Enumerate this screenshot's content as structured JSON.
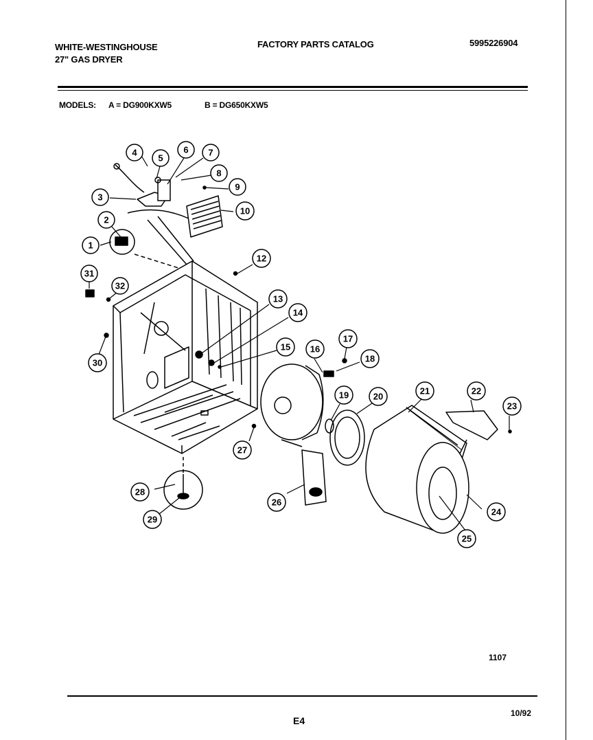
{
  "header": {
    "brand": "WHITE-WESTINGHOUSE",
    "product": "27\" GAS DRYER",
    "catalog_title": "FACTORY PARTS CATALOG",
    "catalog_number": "5995226904",
    "models_label": "MODELS:",
    "model_a": "A = DG900KXW5",
    "model_b": "B = DG650KXW5"
  },
  "diagram": {
    "callouts": [
      "1",
      "2",
      "3",
      "4",
      "5",
      "6",
      "7",
      "8",
      "9",
      "10",
      "12",
      "13",
      "14",
      "15",
      "16",
      "17",
      "18",
      "19",
      "20",
      "21",
      "22",
      "23",
      "24",
      "25",
      "26",
      "27",
      "28",
      "29",
      "30",
      "31",
      "32"
    ]
  },
  "footer": {
    "illustration_number": "1107",
    "page_code": "E4",
    "date": "10/92"
  }
}
